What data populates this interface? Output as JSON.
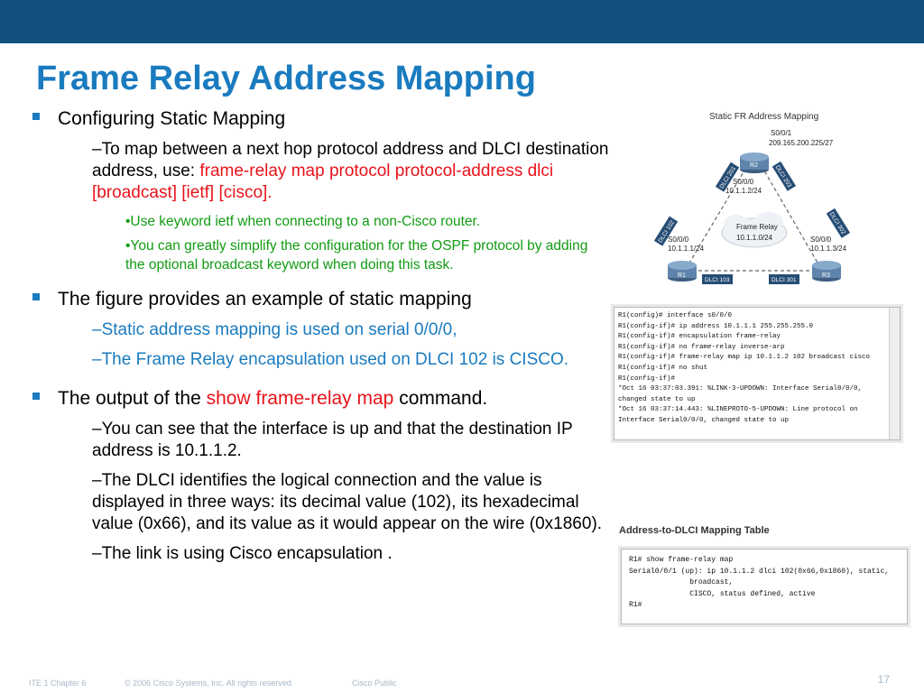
{
  "slide": {
    "title": "Frame Relay Address Mapping",
    "bullets": {
      "b1": "Configuring Static Mapping",
      "b1_s1_pre": "–To map between a next hop protocol address and DLCI destination address, use: ",
      "b1_s1_cmd": "frame-relay map protocol protocol-address dlci [broadcast] [ietf] [cisco].",
      "b1_s1_n1": "•Use keyword ietf when connecting to a non-Cisco router.",
      "b1_s1_n2": "•You can greatly simplify the configuration for the OSPF protocol by adding the optional broadcast keyword when doing this task.",
      "b2": "The figure provides an example of static mapping",
      "b2_s1": "–Static address mapping is used on serial 0/0/0,",
      "b2_s2": "–The Frame Relay encapsulation used on DLCI 102 is CISCO.",
      "b3_pre": "The output of the ",
      "b3_cmd": "show frame-relay map",
      "b3_post": " command.",
      "b3_s1": "–You can see that the interface is up and that the destination IP address is 10.1.1.2.",
      "b3_s2": "–The DLCI identifies the logical connection and the value is displayed in three ways: its decimal value (102), its hexadecimal value (0x66), and its value as it would appear on the wire (0x1860).",
      "b3_s3": "–The link is using Cisco encapsulation ."
    }
  },
  "figure1": {
    "title": "Static FR Address Mapping",
    "cloud": {
      "label": "Frame Relay",
      "net": "10.1.1.0/24"
    },
    "r1": {
      "name": "R1",
      "int": "S0/0/0",
      "ip": "10.1.1.1/24"
    },
    "r2": {
      "name": "R2",
      "int1": "S0/0/1",
      "ip1": "209.165.200.225/27",
      "int2": "S0/0/0",
      "ip2": "10.1.1.2/24"
    },
    "r3": {
      "name": "R3",
      "int": "S0/0/0",
      "ip": "10.1.1.3/24"
    },
    "dlci": {
      "r2_left": "DLCI 201",
      "r2_right": "DLCI 203",
      "r1_left": "DLCI 102",
      "r3_right": "DLCI 302",
      "bottom_left": "DLCI 103",
      "bottom_right": "DLCI 301"
    }
  },
  "config_output": {
    "lines": [
      "R1(config)# interface s0/0/0",
      "R1(config-if)# ip address 10.1.1.1 255.255.255.0",
      "R1(config-if)# encapsulation frame-relay",
      "R1(config-if)# no frame-relay inverse-arp",
      "R1(config-if)# frame-relay map ip 10.1.1.2 102 broadcast cisco",
      "R1(config-if)# no shut",
      "R1(config-if)#",
      "*Oct 16 03:37:03.391: %LINK-3-UPDOWN: Interface Serial0/0/0,",
      "changed state to up",
      "*Oct 16 03:37:14.443: %LINEPROTO-5-UPDOWN: Line protocol on",
      "Interface Serial0/0/0, changed state to up"
    ]
  },
  "mapping_table": {
    "title": "Address-to-DLCI Mapping Table",
    "lines": [
      "R1# show frame-relay map",
      "Serial0/0/1 (up): ip 10.1.1.2 dlci 102(0x66,0x1860), static,",
      "              broadcast,",
      "              CISCO, status defined, active",
      "R1#"
    ]
  },
  "footer": {
    "course": "ITE 1 Chapter 6",
    "copyright": "© 2006 Cisco Systems, Inc. All rights reserved.",
    "classification": "Cisco Public",
    "page": "17"
  },
  "colors": {
    "header_bar": "#12507e",
    "title": "#1a7bbf",
    "command": "#e8131b",
    "note": "#129b12"
  }
}
